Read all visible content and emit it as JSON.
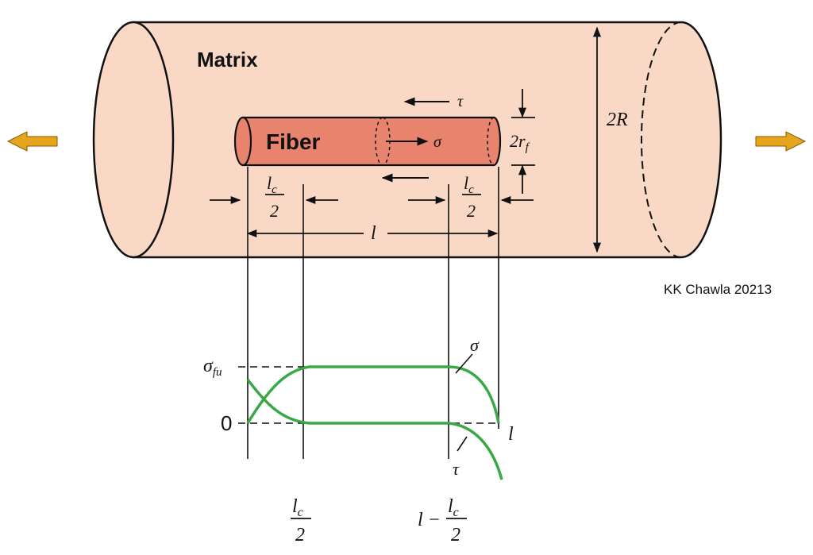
{
  "labels": {
    "matrix": "Matrix",
    "fiber": "Fiber",
    "tau_top": "τ",
    "sigma_fiber": "σ",
    "diameter_outer": "2R",
    "diameter_fiber_main": "2r",
    "diameter_fiber_sub": "f",
    "lc_num": "l",
    "lc_num_sub": "c",
    "lc_den": "2",
    "length": "l",
    "credit": "KK Chawla 20213",
    "sigma_fu_main": "σ",
    "sigma_fu_sub": "fu",
    "zero": "0",
    "sigma_curve": "σ",
    "tau_curve": "τ",
    "l_axis": "l",
    "x_label_left_num": "l",
    "x_label_left_sub": "c",
    "x_label_left_den": "2",
    "x_label_right_pre": "l −",
    "x_label_right_num": "l",
    "x_label_right_sub": "c",
    "x_label_right_den": "2"
  },
  "colors": {
    "matrix_fill": "#f9d9c6",
    "fiber_fill": "#e8846d",
    "arrow_fill": "#e5a51c",
    "curve": "#3aa845",
    "ink": "#111111"
  }
}
